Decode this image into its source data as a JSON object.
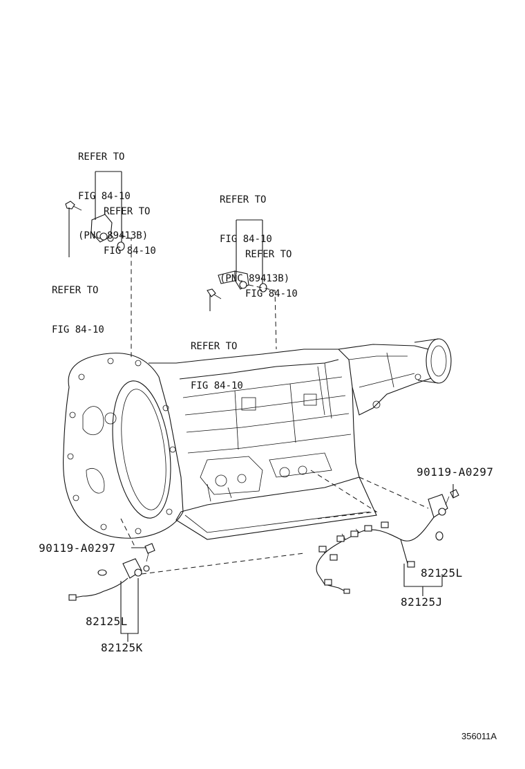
{
  "callouts": {
    "refer_a": [
      "REFER TO",
      "FIG 84-10",
      "(PNC 89413B)"
    ],
    "refer_b": [
      "REFER TO",
      "FIG 84-10"
    ],
    "refer_c": [
      "REFER TO",
      "FIG 84-10"
    ],
    "refer_d": [
      "REFER TO",
      "FIG 84-10",
      "(PNC 89413B)"
    ],
    "refer_e": [
      "REFER TO",
      "FIG 84-10"
    ],
    "refer_f": [
      "REFER TO",
      "FIG 84-10"
    ]
  },
  "parts": {
    "bolt_right": "90119-A0297",
    "bolt_left": "90119-A0297",
    "sensor_right_l": "82125L",
    "harness_right_j": "82125J",
    "sensor_left_l": "82125L",
    "harness_left_k": "82125K"
  },
  "diagram_ref": "356011A"
}
